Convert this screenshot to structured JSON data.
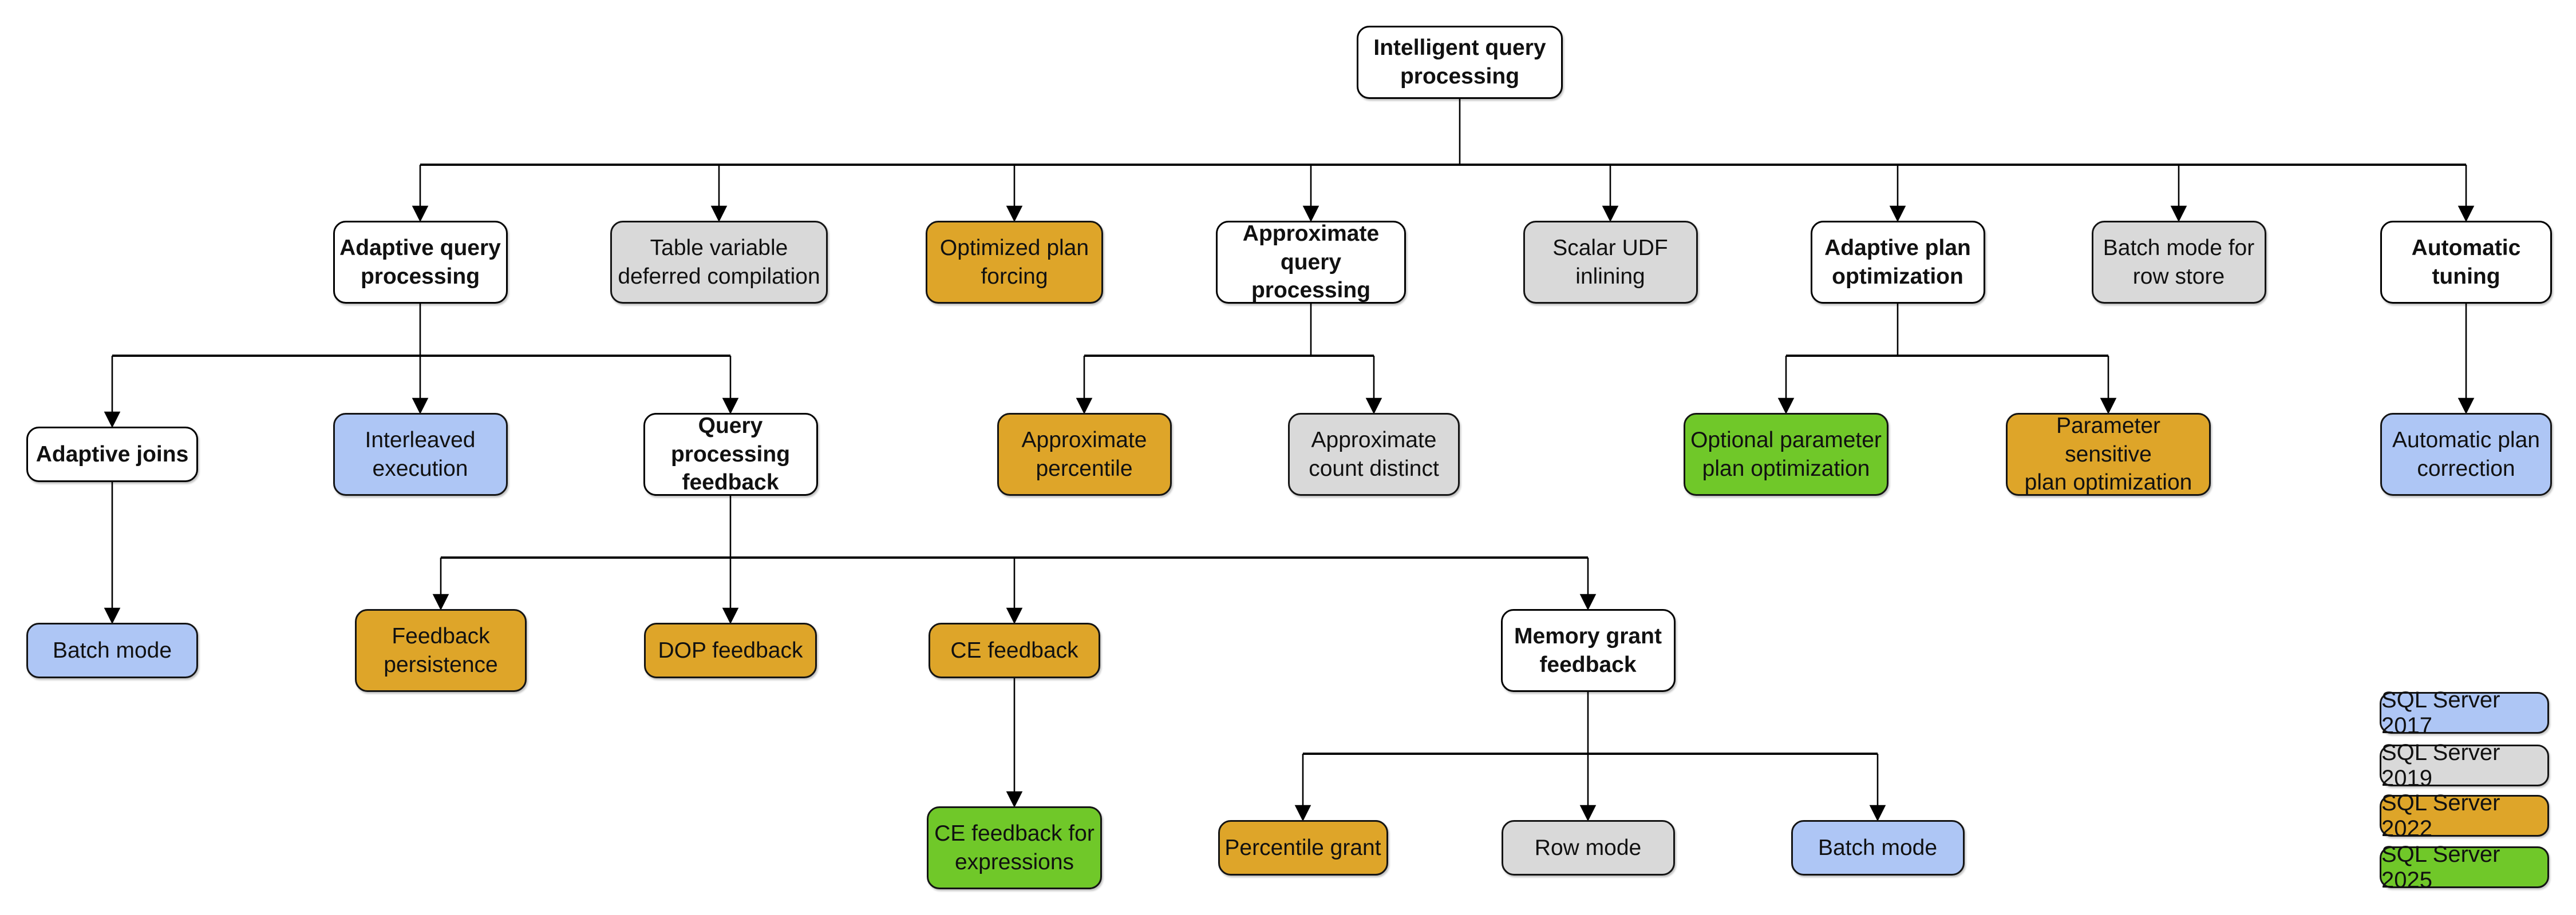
{
  "diagram": {
    "colors": {
      "v2017": "#aec6f5",
      "v2019": "#d9d9d9",
      "v2022": "#dea529",
      "v2025": "#70c829",
      "category": "#ffffff"
    },
    "nodes": [
      {
        "id": "iqp",
        "label": "Intelligent query\nprocessing",
        "kind": "category"
      },
      {
        "id": "aqp",
        "label": "Adaptive query\nprocessing",
        "kind": "category"
      },
      {
        "id": "tvdc",
        "label": "Table variable\ndeferred compilation",
        "kind": "v2019"
      },
      {
        "id": "opf",
        "label": "Optimized plan\nforcing",
        "kind": "v2022"
      },
      {
        "id": "approx",
        "label": "Approximate\nquery processing",
        "kind": "category"
      },
      {
        "id": "sudf",
        "label": "Scalar UDF\ninlining",
        "kind": "v2019"
      },
      {
        "id": "apo",
        "label": "Adaptive plan\noptimization",
        "kind": "category"
      },
      {
        "id": "bmrs",
        "label": "Batch mode for\nrow store",
        "kind": "v2019"
      },
      {
        "id": "atun",
        "label": "Automatic\ntuning",
        "kind": "category"
      },
      {
        "id": "aj",
        "label": "Adaptive joins",
        "kind": "category"
      },
      {
        "id": "ie",
        "label": "Interleaved\nexecution",
        "kind": "v2017"
      },
      {
        "id": "qpf",
        "label": "Query processing\nfeedback",
        "kind": "category"
      },
      {
        "id": "apct",
        "label": "Approximate\npercentile",
        "kind": "v2022"
      },
      {
        "id": "acd",
        "label": "Approximate\ncount distinct",
        "kind": "v2019"
      },
      {
        "id": "oppo",
        "label": "Optional parameter\nplan optimization",
        "kind": "v2025"
      },
      {
        "id": "pspo",
        "label": "Parameter sensitive\nplan optimization",
        "kind": "v2022"
      },
      {
        "id": "apc",
        "label": "Automatic plan\ncorrection",
        "kind": "v2017"
      },
      {
        "id": "bm1",
        "label": "Batch mode",
        "kind": "v2017"
      },
      {
        "id": "fp",
        "label": "Feedback\npersistence",
        "kind": "v2022"
      },
      {
        "id": "dopf",
        "label": "DOP feedback",
        "kind": "v2022"
      },
      {
        "id": "cef",
        "label": "CE feedback",
        "kind": "v2022"
      },
      {
        "id": "mgf",
        "label": "Memory grant\nfeedback",
        "kind": "category"
      },
      {
        "id": "cefe",
        "label": "CE feedback for\nexpressions",
        "kind": "v2025"
      },
      {
        "id": "pg",
        "label": "Percentile grant",
        "kind": "v2022"
      },
      {
        "id": "rm",
        "label": "Row mode",
        "kind": "v2019"
      },
      {
        "id": "bm2",
        "label": "Batch mode",
        "kind": "v2017"
      }
    ],
    "edges": [
      {
        "from": "iqp",
        "to": [
          "aqp",
          "tvdc",
          "opf",
          "approx",
          "sudf",
          "apo",
          "bmrs",
          "atun"
        ]
      },
      {
        "from": "aqp",
        "to": [
          "aj",
          "ie",
          "qpf"
        ]
      },
      {
        "from": "approx",
        "to": [
          "apct",
          "acd"
        ]
      },
      {
        "from": "apo",
        "to": [
          "oppo",
          "pspo"
        ]
      },
      {
        "from": "atun",
        "to": [
          "apc"
        ]
      },
      {
        "from": "aj",
        "to": [
          "bm1"
        ]
      },
      {
        "from": "qpf",
        "to": [
          "fp",
          "dopf",
          "cef",
          "mgf"
        ]
      },
      {
        "from": "cef",
        "to": [
          "cefe"
        ]
      },
      {
        "from": "mgf",
        "to": [
          "pg",
          "rm",
          "bm2"
        ]
      }
    ],
    "legend": [
      {
        "label": "SQL Server 2017",
        "kind": "v2017"
      },
      {
        "label": "SQL Server 2019",
        "kind": "v2019"
      },
      {
        "label": "SQL Server 2022",
        "kind": "v2022"
      },
      {
        "label": "SQL Server 2025",
        "kind": "v2025"
      }
    ]
  }
}
